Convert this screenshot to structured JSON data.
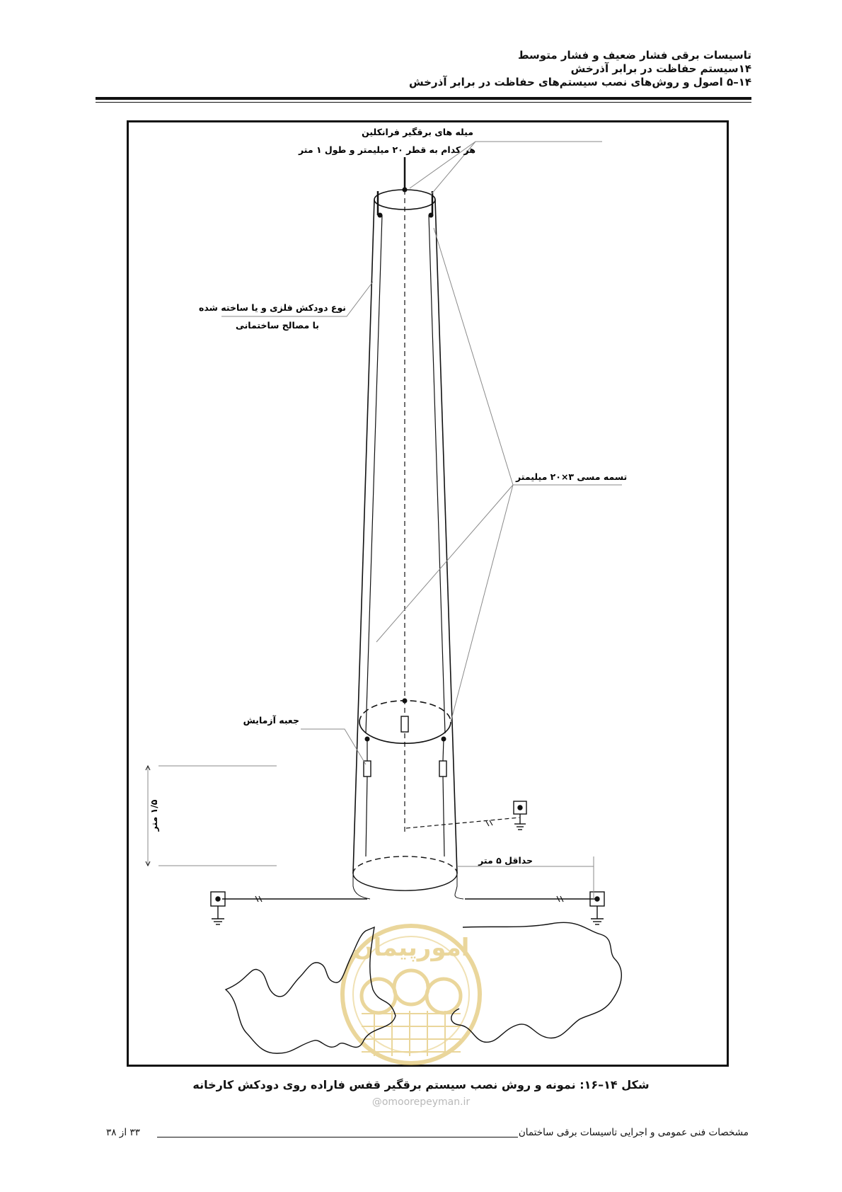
{
  "header": {
    "line1": "تاسیسات برقی فشار ضعیف و فشار متوسط",
    "line2": "۱۴سیستم حفاظت در برابر آذرخش",
    "line3": "۱۴–۵ اصول و روش‌های نصب سیستم‌های حفاظت در برابر آذرخش"
  },
  "figure": {
    "label_rods_1": "میله های برقگیر فرانکلین",
    "label_rods_2": "هر کدام به قطر ۲۰ میلیمتر و طول ۱ متر",
    "label_chimney_1": "نوع دودکش فلزی و یا ساخته شده",
    "label_chimney_2": "با مصالح ساختمانی",
    "label_strip": "تسمه مسی ۳×۲۰ میلیمتر",
    "label_testbox": "جعبه آزمایش",
    "label_height": "۱/۵ متر",
    "label_distance": "حداقل ۵ متر",
    "watermark": "امورپیمان"
  },
  "caption": "شکل ۱۴–۱۶: نمونه و روش نصب سیستم برقگیر قفس فاراده روی دودکش کارخانه",
  "watermark_url": "@omoorepeyman.ir",
  "footer": {
    "title": "مشخصات فنی عمومی و اجرایی تاسیسات برقی ساختمان",
    "page": "۳۳ از ۳۸"
  },
  "colors": {
    "ink": "#111111",
    "leader": "#8a8a8a",
    "watermark": "#d9b54a"
  }
}
